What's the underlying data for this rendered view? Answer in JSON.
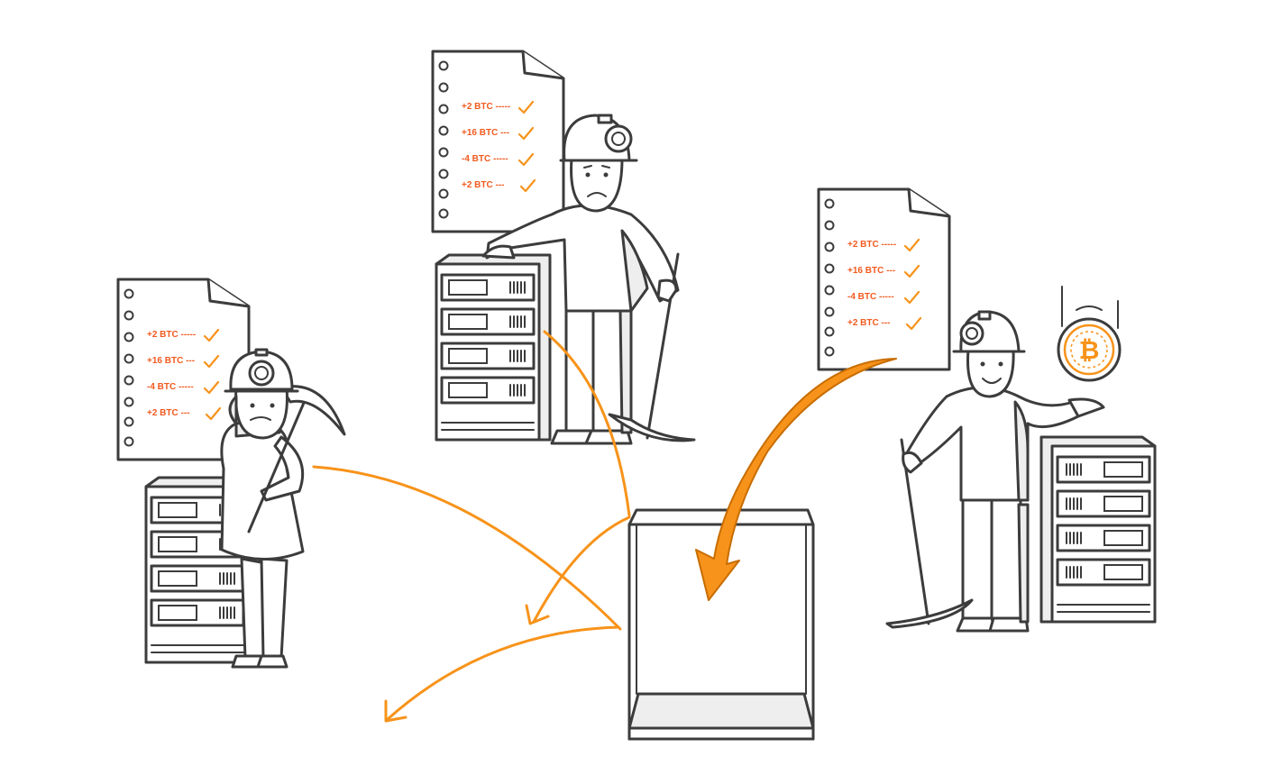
{
  "ledger_entries": [
    {
      "text": "+2 BTC -----"
    },
    {
      "text": "+16 BTC ---"
    },
    {
      "text": "-4 BTC -----"
    },
    {
      "text": "+2 BTC ---"
    }
  ],
  "colors": {
    "accent": "#f7931a",
    "entry_text": "#f25a1f",
    "line": "#3c3c3c",
    "shade": "#eeeeee",
    "coin_ring": "#f7931a"
  },
  "icons": {
    "coin": "bitcoin-icon",
    "check": "checkmark-icon",
    "tool": "pickaxe-icon"
  }
}
